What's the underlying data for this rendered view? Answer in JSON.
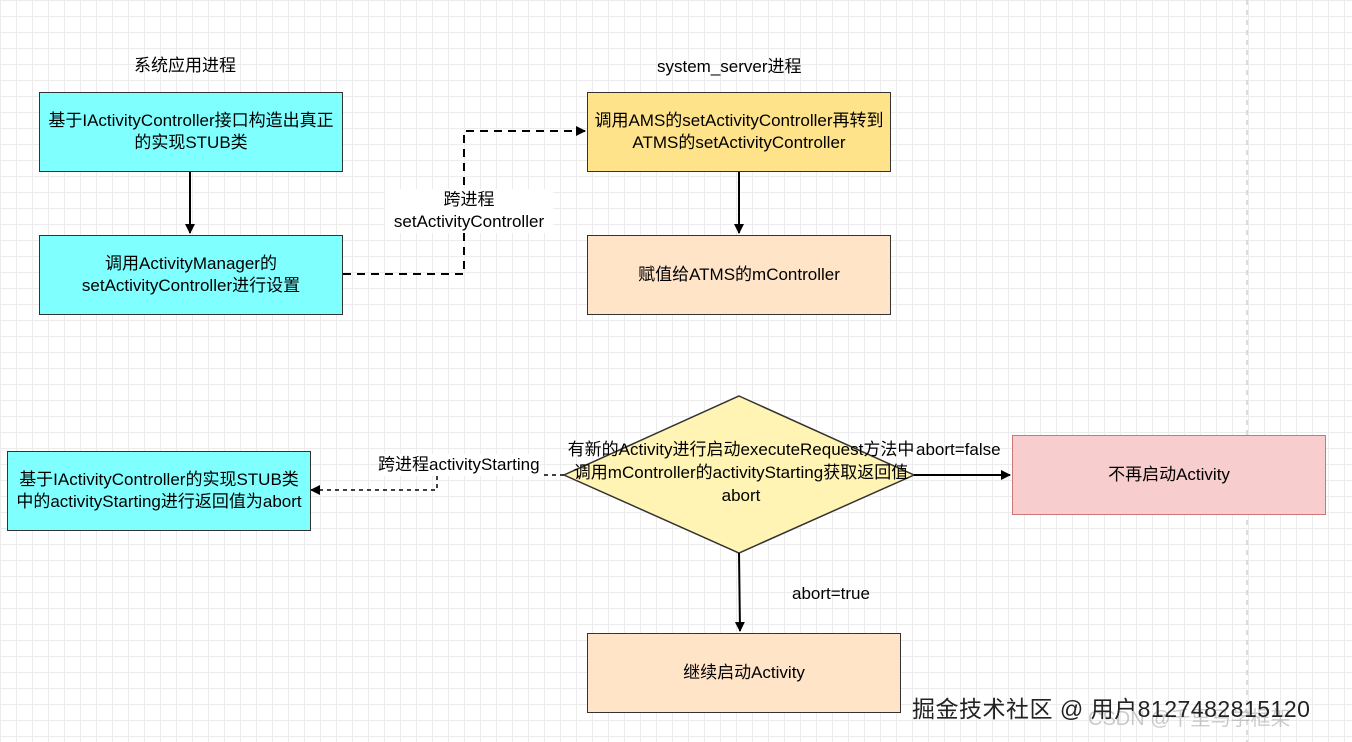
{
  "headers": {
    "left": "系统应用进程",
    "right": "system_server进程"
  },
  "nodes": {
    "stub_construct": "基于IActivityController接口构造出真正的实现STUB类",
    "call_am": "调用ActivityManager的setActivityController进行设置",
    "ams_set": "调用AMS的setActivityController再转到ATMS的setActivityController",
    "assign_controller": "赋值给ATMS的mController",
    "stub_return": "基于IActivityController的实现STUB类中的activityStarting进行返回值为abort",
    "decision": "有新的Activity进行启动executeRequest方法中调用mController的activityStarting获取返回值abort",
    "stop_launch": "不再启动Activity",
    "continue_launch": "继续启动Activity"
  },
  "edge_labels": {
    "cross_set_line1": "跨进程",
    "cross_set_line2": "setActivityController",
    "cross_starting": "跨进程activityStarting",
    "abort_false": "abort=false",
    "abort_true": "abort=true"
  },
  "watermark": {
    "main": "掘金技术社区 @ 用户8127482815120",
    "faint": "CSDN @千里马学框架"
  },
  "colors": {
    "cyan": "#80ffff",
    "gold": "#ffe38a",
    "peach": "#ffe4c8",
    "pink": "#f7cdcd",
    "diamond": "#fff4b3"
  }
}
